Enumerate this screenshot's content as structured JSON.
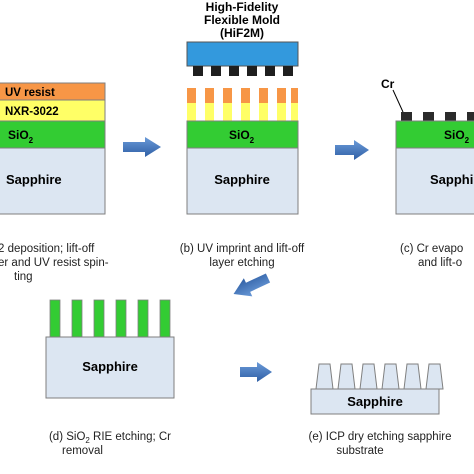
{
  "panel_a": {
    "layers": {
      "uv_resist": "UV resist",
      "nxr": "NXR-3022",
      "sio2_main": "SiO",
      "sio2_sub": "2",
      "substrate": "Sapphire"
    },
    "caption": {
      "line1": "2 deposition; lift-off",
      "line2": "er and UV resist spin-",
      "line3": "ting"
    }
  },
  "panel_b": {
    "mold_title_line1": "High-Fidelity",
    "mold_title_line2": "Flexible Mold",
    "mold_title_line3": "(HiF2M)",
    "layers": {
      "sio2_main": "SiO",
      "sio2_sub": "2",
      "substrate": "Sapphire"
    },
    "caption": {
      "line1": "(b) UV imprint and lift-off",
      "line2": "layer etching"
    }
  },
  "panel_c": {
    "cr_label": "Cr",
    "layers": {
      "sio2_main": "SiO",
      "sio2_sub": "2",
      "substrate": "Sapphi"
    },
    "caption": {
      "line1": "(c) Cr evapo",
      "line2": "and lift-o"
    }
  },
  "panel_d": {
    "layers": {
      "substrate": "Sapphire"
    },
    "caption": {
      "line1_prefix": "(d)  SiO",
      "line1_sub": "2",
      "line1_suffix": " RIE etching;  Cr",
      "line2": "removal"
    }
  },
  "panel_e": {
    "layers": {
      "substrate": "Sapphire"
    },
    "caption": {
      "line1": "(e)   ICP dry etching sapphire",
      "line2": "substrate"
    }
  },
  "colors": {
    "uv_resist": "#f79646",
    "nxr": "#ffff66",
    "sio2": "#33cc33",
    "sapphire": "#dce6f2",
    "mold": "#3399dd",
    "cr": "#2b2b2b",
    "arrow": "#3a6fb7"
  }
}
